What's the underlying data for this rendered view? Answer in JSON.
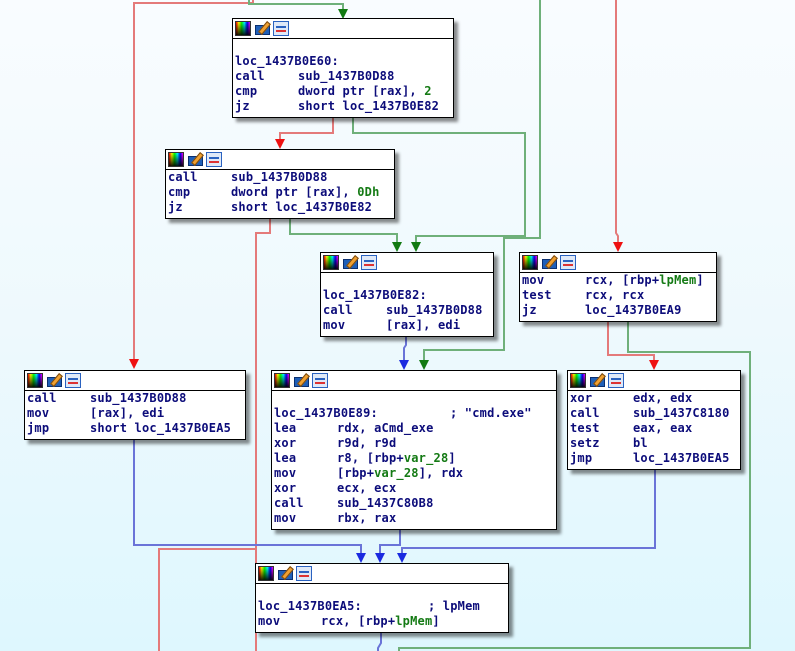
{
  "colors": {
    "edge_true": "#6fb07a",
    "edge_false": "#e47a7a",
    "edge_uncond": "#6a74d8",
    "arrow_true": "#127a12",
    "arrow_false": "#ee1111",
    "arrow_uncond": "#1a2ae0",
    "text": "#0c0c7a",
    "operand_highlight": "#147a14"
  },
  "header_icons": [
    "color-palette-icon",
    "edit-pencil-icon",
    "graph-view-icon"
  ],
  "nodes": {
    "n0": {
      "label": "loc_1437B0E60:",
      "lines": [
        {
          "mnem": "call",
          "ops": "sub_1437B0D88"
        },
        {
          "mnem": "cmp",
          "ops": "dword ptr [rax], ",
          "hl": "2"
        },
        {
          "mnem": "jz",
          "ops": "short loc_1437B0E82"
        }
      ]
    },
    "n1": {
      "lines": [
        {
          "mnem": "call",
          "ops": "sub_1437B0D88"
        },
        {
          "mnem": "cmp",
          "ops": "dword ptr [rax], ",
          "hl": "0Dh"
        },
        {
          "mnem": "jz",
          "ops": "short loc_1437B0E82"
        }
      ]
    },
    "n2": {
      "label": "loc_1437B0E82:",
      "lines": [
        {
          "mnem": "call",
          "ops": "sub_1437B0D88"
        },
        {
          "mnem": "mov",
          "ops": "[rax], edi"
        }
      ]
    },
    "n3": {
      "lines": [
        {
          "mnem": "mov",
          "ops": "rcx, [rbp+",
          "hl": "lpMem",
          "ops2": "]"
        },
        {
          "mnem": "test",
          "ops": "rcx, rcx"
        },
        {
          "mnem": "jz",
          "ops": "loc_1437B0EA9"
        }
      ]
    },
    "n4": {
      "lines": [
        {
          "mnem": "call",
          "ops": "sub_1437B0D88"
        },
        {
          "mnem": "mov",
          "ops": "[rax], edi"
        },
        {
          "mnem": "jmp",
          "ops": "short loc_1437B0EA5"
        }
      ]
    },
    "n5": {
      "label": "loc_1437B0E89:",
      "label_comment": "; \"cmd.exe\"",
      "lines": [
        {
          "mnem": "lea",
          "ops": "rdx, aCmd_exe"
        },
        {
          "mnem": "xor",
          "ops": "r9d, r9d"
        },
        {
          "mnem": "lea",
          "ops": "r8, [rbp+",
          "hl": "var_28",
          "ops2": "]"
        },
        {
          "mnem": "mov",
          "ops": "[rbp+",
          "hl": "var_28",
          "ops2": "], rdx"
        },
        {
          "mnem": "xor",
          "ops": "ecx, ecx"
        },
        {
          "mnem": "call",
          "ops": "sub_1437C80B8"
        },
        {
          "mnem": "mov",
          "ops": "rbx, rax"
        }
      ]
    },
    "n6": {
      "lines": [
        {
          "mnem": "xor",
          "ops": "edx, edx"
        },
        {
          "mnem": "call",
          "ops": "sub_1437C8180"
        },
        {
          "mnem": "test",
          "ops": "eax, eax"
        },
        {
          "mnem": "setz",
          "ops": "bl"
        },
        {
          "mnem": "jmp",
          "ops": "loc_1437B0EA5"
        }
      ]
    },
    "n7": {
      "label": "loc_1437B0EA5:",
      "label_comment": "; lpMem",
      "lines": [
        {
          "mnem": "mov",
          "ops": "rcx, [rbp+",
          "hl": "lpMem",
          "ops2": "]"
        }
      ]
    }
  },
  "edges": [
    {
      "name": "edge-false-offscreen-to-n4",
      "kind": "false"
    },
    {
      "name": "edge-true-offscreen-to-n0",
      "kind": "true"
    },
    {
      "name": "edge-true-offscreen-right-to-n5",
      "kind": "true"
    },
    {
      "name": "edge-false-offscreen-to-n3",
      "kind": "false"
    },
    {
      "name": "edge-false-n0-to-n1",
      "kind": "false"
    },
    {
      "name": "edge-true-n0-to-n2",
      "kind": "true"
    },
    {
      "name": "edge-true-n1-to-n2",
      "kind": "true"
    },
    {
      "name": "edge-false-n1-offscreen",
      "kind": "false"
    },
    {
      "name": "edge-uncond-n2-to-n5",
      "kind": "uncond"
    },
    {
      "name": "edge-false-n3-to-n6",
      "kind": "false"
    },
    {
      "name": "edge-true-n3-offscreen",
      "kind": "true"
    },
    {
      "name": "edge-uncond-n4-to-n7",
      "kind": "uncond"
    },
    {
      "name": "edge-uncond-n5-to-n7",
      "kind": "uncond"
    },
    {
      "name": "edge-uncond-n6-to-n7",
      "kind": "uncond"
    },
    {
      "name": "edge-uncond-n7-offscreen",
      "kind": "uncond"
    }
  ]
}
